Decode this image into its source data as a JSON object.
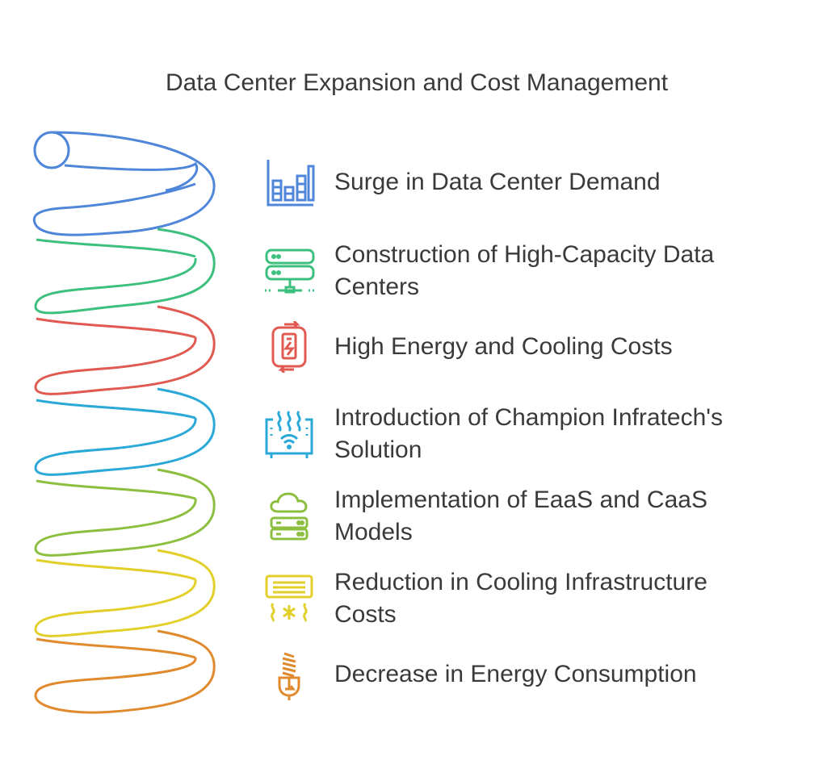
{
  "title": "Data Center Expansion and Cost Management",
  "colors": {
    "blue": "#4f86d9",
    "green": "#3dc07e",
    "red": "#e05a52",
    "cyan": "#2aa8d8",
    "lime": "#8cbf3f",
    "yellow": "#e2cf2a",
    "orange": "#e08a2d",
    "text": "#3a3a3a"
  },
  "items": [
    {
      "label": "Surge in Data Center Demand",
      "icon": "bar-chart-icon",
      "color": "#4f86d9"
    },
    {
      "label": "Construction of High-Capacity Data Centers",
      "line1": "Construction of High-Capacity Data",
      "line2": "Centers",
      "icon": "server-rack-icon",
      "color": "#3dc07e"
    },
    {
      "label": "High Energy and Cooling Costs",
      "icon": "battery-cycle-icon",
      "color": "#e05a52"
    },
    {
      "label": "Introduction of Champion Infratech's Solution",
      "line1": "Introduction of Champion Infratech's",
      "line2": "Solution",
      "icon": "heater-wifi-icon",
      "color": "#2aa8d8"
    },
    {
      "label": "Implementation of EaaS and CaaS Models",
      "line1": "Implementation of EaaS and CaaS",
      "line2": "Models",
      "icon": "cloud-server-icon",
      "color": "#8cbf3f"
    },
    {
      "label": "Reduction in Cooling Infrastructure Costs",
      "line1": "Reduction in Cooling Infrastructure",
      "line2": "Costs",
      "icon": "air-conditioner-icon",
      "color": "#e2cf2a"
    },
    {
      "label": "Decrease in Energy Consumption",
      "icon": "energy-bulb-icon",
      "color": "#e08a2d"
    }
  ]
}
